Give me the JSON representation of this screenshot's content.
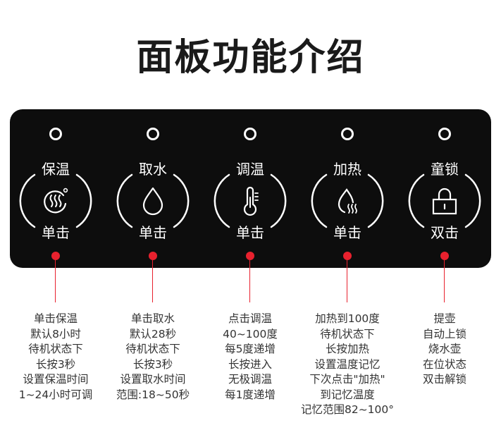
{
  "title": "面板功能介绍",
  "colors": {
    "panel": "#0d0d0d",
    "accent": "#e8212e",
    "text": "#333333"
  },
  "buttons": [
    {
      "name": "保温",
      "icon": "keep-warm-icon",
      "action": "单击",
      "desc": [
        "单击保温",
        "默认8小时",
        "待机状态下",
        "长按3秒",
        "设置保温时间",
        "1~24小时可调"
      ]
    },
    {
      "name": "取水",
      "icon": "water-drop-icon",
      "action": "单击",
      "desc": [
        "单击取水",
        "默认28秒",
        "待机状态下",
        "长按3秒",
        "设置取水时间",
        "范围:18~50秒"
      ]
    },
    {
      "name": "调温",
      "icon": "thermometer-icon",
      "action": "单击",
      "desc": [
        "点击调温",
        "40~100度",
        "每5度递增",
        "长按进入",
        "无极调温",
        "每1度递增"
      ]
    },
    {
      "name": "加热",
      "icon": "heating-icon",
      "action": "单击",
      "desc": [
        "加热到100度",
        "待机状态下",
        "长按加热",
        "设置温度记忆",
        "下次点击\"加热\"",
        "到记忆温度",
        "记忆范围82~100°"
      ]
    },
    {
      "name": "童锁",
      "icon": "lock-icon",
      "action": "双击",
      "desc": [
        "提壶",
        "自动上锁",
        "烧水壶",
        "在位状态",
        "双击解锁"
      ]
    }
  ]
}
